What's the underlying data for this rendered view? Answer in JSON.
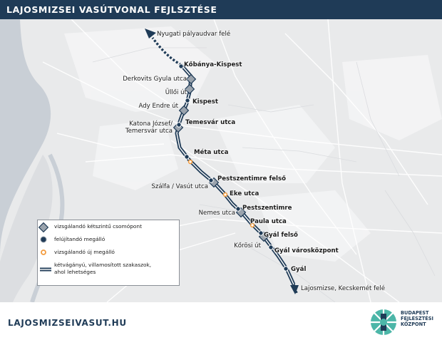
{
  "header": {
    "title": "LAJOSMIZSEI VASÚTVONAL FEJLSZTÉSE"
  },
  "map": {
    "directions": {
      "north": "Nyugati pályaudvar felé",
      "south": "Lajosmizse, Kecskemét felé"
    },
    "stations": [
      {
        "id": "kobanya-kispest",
        "name": "Kőbánya-Kispest",
        "bold": true,
        "type": "junction"
      },
      {
        "id": "derkovits",
        "name": "Derkovits Gyula utca",
        "bold": false,
        "type": "junction"
      },
      {
        "id": "ulloi",
        "name": "Üllői út",
        "bold": false,
        "type": "junction"
      },
      {
        "id": "kispest",
        "name": "Kispest",
        "bold": true,
        "type": "stop"
      },
      {
        "id": "ady",
        "name": "Ady Endre út",
        "bold": false,
        "type": "junction"
      },
      {
        "id": "temesvar",
        "name": "Temesvár utca",
        "bold": true,
        "type": "stop"
      },
      {
        "id": "katona",
        "name": "Katona József/\nTemersvár utca",
        "bold": false,
        "type": "junction"
      },
      {
        "id": "meta",
        "name": "Méta utca",
        "bold": true,
        "type": "stop"
      },
      {
        "id": "pestszentimre-felso",
        "name": "Pestszentimre felső",
        "bold": true,
        "type": "stop"
      },
      {
        "id": "szalfa",
        "name": "Szálfa / Vasút utca",
        "bold": false,
        "type": "junction"
      },
      {
        "id": "eke",
        "name": "Eke utca",
        "bold": true,
        "type": "new"
      },
      {
        "id": "pestszentimre",
        "name": "Pestszentimre",
        "bold": true,
        "type": "stop"
      },
      {
        "id": "nemes",
        "name": "Nemes utca",
        "bold": false,
        "type": "junction"
      },
      {
        "id": "paula",
        "name": "Paula utca",
        "bold": true,
        "type": "new"
      },
      {
        "id": "gyal-felso",
        "name": "Gyál felső",
        "bold": true,
        "type": "stop"
      },
      {
        "id": "korosi",
        "name": "Kőrösi út",
        "bold": false,
        "type": "junction"
      },
      {
        "id": "gyal-varoskozpont",
        "name": "Gyál városközpont",
        "bold": true,
        "type": "stop"
      },
      {
        "id": "gyal",
        "name": "Gyál",
        "bold": true,
        "type": "stop"
      }
    ],
    "colors": {
      "line": "#1f3b57",
      "new_stop": "#f39c3f",
      "water": "#c9cfd6",
      "background": "#e9eaeb"
    }
  },
  "legend": {
    "items": [
      {
        "symbol": "junction-icon",
        "label": "vizsgálandó kétszintű csomópont"
      },
      {
        "symbol": "stop-icon",
        "label": "felújítandó megálló"
      },
      {
        "symbol": "new-stop-icon",
        "label": "vizsgálandó új megálló"
      },
      {
        "symbol": "double-track-icon",
        "label": "kétvágányú, villamosított szakaszok,\nahol lehetséges"
      }
    ]
  },
  "footer": {
    "website": "LAJOSMIZSEIVASUT.HU",
    "logo_lines": [
      "BUDAPEST",
      "FEJLESZTÉSI",
      "KÖZPONT"
    ],
    "logo_colors": [
      "#4cb6a8",
      "#1f3b57"
    ]
  }
}
